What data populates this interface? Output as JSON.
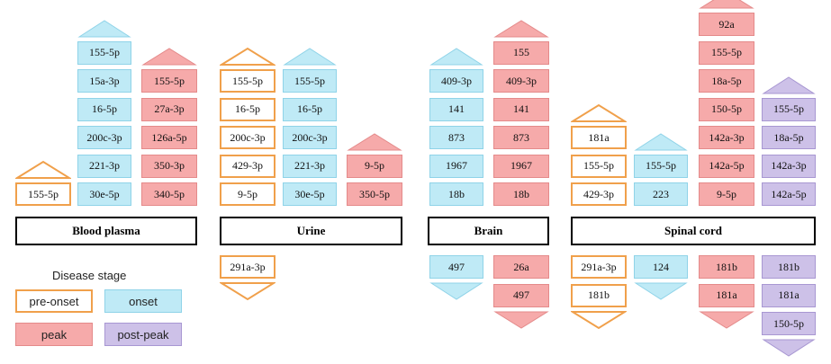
{
  "colors": {
    "pre_onset": "#f0a04b",
    "onset": "#bfeaf6",
    "peak": "#f6aaaa",
    "post_peak": "#cdc1e8"
  },
  "panels": {
    "blood_plasma": {
      "label": "Blood plasma",
      "pre_onset_up": [
        "155-5p"
      ],
      "onset_up": [
        "155-5p",
        "15a-3p",
        "16-5p",
        "200c-3p",
        "221-3p",
        "30e-5p"
      ],
      "peak_up": [
        "155-5p",
        "27a-3p",
        "126a-5p",
        "350-3p",
        "340-5p"
      ]
    },
    "urine": {
      "label": "Urine",
      "pre_onset_up": [
        "155-5p",
        "16-5p",
        "200c-3p",
        "429-3p",
        "9-5p"
      ],
      "onset_up": [
        "155-5p",
        "16-5p",
        "200c-3p",
        "221-3p",
        "30e-5p"
      ],
      "peak_up": [
        "9-5p",
        "350-5p"
      ],
      "pre_onset_down": [
        "291a-3p"
      ]
    },
    "brain": {
      "label": "Brain",
      "onset_up": [
        "409-3p",
        "141",
        "873",
        "1967",
        "18b"
      ],
      "peak_up": [
        "155",
        "409-3p",
        "141",
        "873",
        "1967",
        "18b"
      ],
      "onset_down": [
        "497"
      ],
      "peak_down": [
        "26a",
        "497"
      ]
    },
    "spinal_cord": {
      "label": "Spinal cord",
      "pre_onset_up": [
        "181a",
        "155-5p",
        "429-3p"
      ],
      "onset_up": [
        "155-5p",
        "223"
      ],
      "peak_up": [
        "92a",
        "155-5p",
        "18a-5p",
        "150-5p",
        "142a-3p",
        "142a-5p",
        "9-5p"
      ],
      "post_peak_up": [
        "155-5p",
        "18a-5p",
        "142a-3p",
        "142a-5p"
      ],
      "pre_onset_down": [
        "291a-3p",
        "181b"
      ],
      "onset_down": [
        "124"
      ],
      "peak_down": [
        "181b",
        "181a"
      ],
      "post_peak_down": [
        "181b",
        "181a",
        "150-5p"
      ]
    }
  },
  "legend": {
    "title": "Disease stage",
    "pre_onset": "pre-onset",
    "onset": "onset",
    "peak": "peak",
    "post_peak": "post-peak"
  }
}
